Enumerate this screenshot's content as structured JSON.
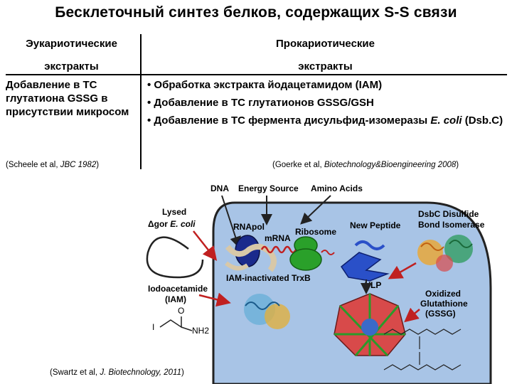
{
  "title": "Бесклеточный синтез белков, содержащих S-S связи",
  "left_column": {
    "header_line1": "Эукариотические",
    "header_line2": "экстракты",
    "body": "Добавление в ТС глутатиона GSSG в присутствии микросом",
    "reference_prefix": "(Scheele et al, ",
    "reference_journal": "JBC 1982",
    "reference_suffix": ")"
  },
  "right_column": {
    "header_line1": "Прокариотические",
    "header_line2": "экстракты",
    "bullet1": "Обработка экстракта йодацетамидом (IAM)",
    "bullet2": "Добавление в ТС глутатионов GSSG/GSH",
    "bullet3_prefix": "Добавление в ТС фермента дисульфид-изомеразы ",
    "bullet3_ital": "E. coli",
    "bullet3_suffix": " (Dsb.C)",
    "reference_prefix": "(Goerke et al, ",
    "reference_journal": "Biotechnology&Bioengineering 2008",
    "reference_suffix": ")"
  },
  "figure": {
    "label_dna": "DNA",
    "label_energy": "Energy Source",
    "label_amino": "Amino Acids",
    "label_lysed": "Lysed",
    "label_gor_prefix": "Δgor ",
    "label_gor_ital": "E. coli",
    "label_rnapol": "RNApol",
    "label_mrna": "mRNA",
    "label_ribosome": "Ribosome",
    "label_newpeptide": "New Peptide",
    "label_dsbc_line1": "DsbC Disulfide",
    "label_dsbc_line2": "Bond Isomerase",
    "label_iam_line1": "Iodoacetamide",
    "label_iam_line2": "(IAM)",
    "label_trxb": "IAM-inactivated TrxB",
    "label_vlp": "VLP",
    "label_gssg_line1": "Oxidized",
    "label_gssg_line2": "Glutathione",
    "label_gssg_line3": "(GSSG)",
    "chem_i": "I",
    "chem_o": "O",
    "chem_nh2": "NH2",
    "reference_prefix": "(Swartz et al, ",
    "reference_journal": "J. Biotechnology, 2011",
    "reference_suffix": ")"
  },
  "colors": {
    "cell_fill": "#a8c4e6",
    "arrow_red": "#c02020",
    "polymerase_blue": "#1a2a8c",
    "ribosome_green": "#2aa02a",
    "label_blue": "#1f3f9a",
    "label_red": "#b21e1e"
  }
}
